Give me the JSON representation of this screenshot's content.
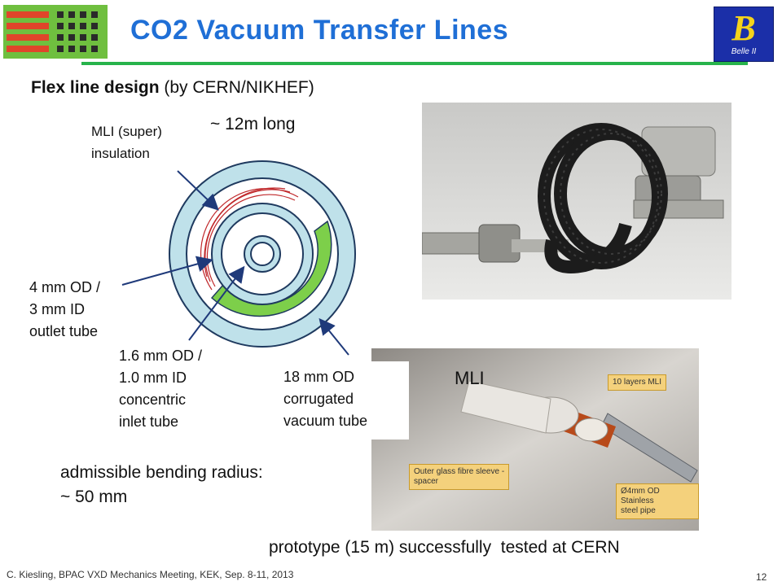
{
  "header": {
    "title": "CO2 Vacuum Transfer Lines",
    "belle_label": "Belle II"
  },
  "subtitle": {
    "bold": "Flex line design",
    "rest": " (by CERN/NIKHEF)"
  },
  "diagram": {
    "length_label": "~ 12m long",
    "mli_label_1": "MLI (super)",
    "mli_label_2": "insulation",
    "outlet_1": "4 mm OD /",
    "outlet_2": "3 mm ID",
    "outlet_3": "outlet tube",
    "inlet_1": "1.6 mm OD /",
    "inlet_2": "1.0 mm ID",
    "inlet_3": "concentric",
    "inlet_4": "inlet tube",
    "vac_1": "18 mm OD",
    "vac_2": "corrugated",
    "vac_3": "vacuum tube"
  },
  "bending": {
    "line1": "admissible bending radius:",
    "line2": "~ 50 mm"
  },
  "photo2": {
    "mli_label": "MLI",
    "callout_mli": "10 layers MLI",
    "callout_sleeve_1": "Outer glass fibre sleeve -",
    "callout_sleeve_2": "spacer",
    "callout_pipe_1": "Ø4mm OD Stainless",
    "callout_pipe_2": "steel pipe"
  },
  "caption": "prototype (15 m) successfully  tested at CERN",
  "footer": {
    "text": "C. Kiesling, BPAC VXD Mechanics Meeting, KEK, Sep. 8-11, 2013",
    "page": "12"
  },
  "colors": {
    "title": "#1f6fd6",
    "rule": "#27b34b",
    "tube_fill": "#bfe1ea",
    "tube_stroke": "#1f3a5f",
    "green": "#7dcf4a",
    "mli_red": "#c0282b",
    "arrow": "#1f3a7a"
  }
}
